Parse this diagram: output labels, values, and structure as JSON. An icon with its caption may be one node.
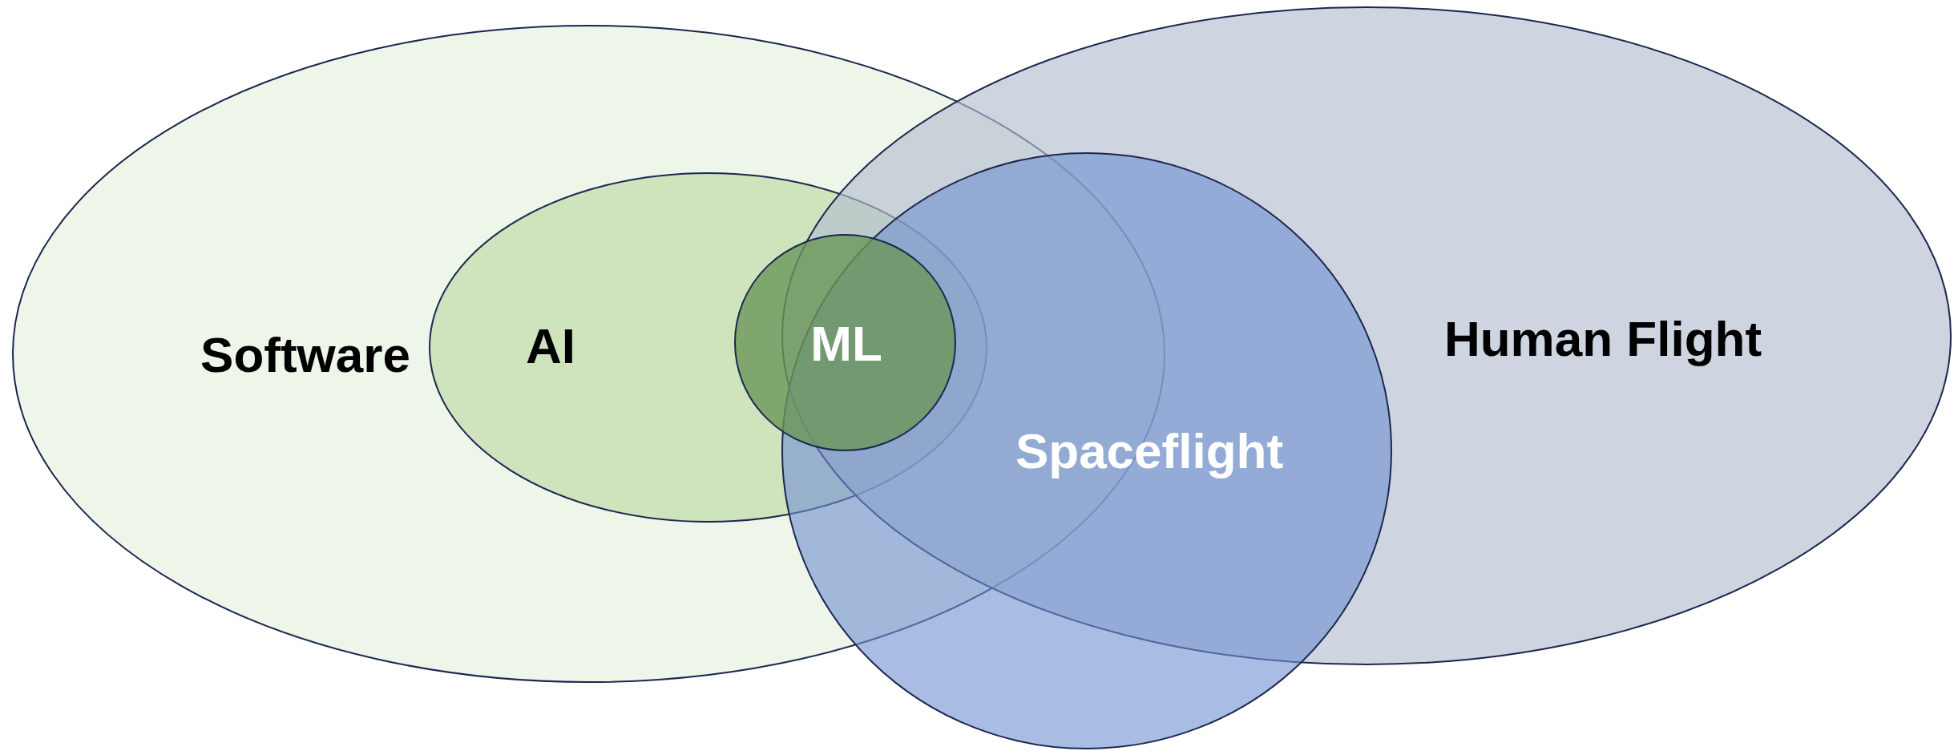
{
  "diagram": {
    "nodes": [
      {
        "text": [
          "Software"
        ]
      },
      {
        "text": [
          "AI"
        ],
        "in": 0
      },
      {
        "text": [
          "ML"
        ],
        "in": 1
      },
      {
        "text": [
          "Human Flight"
        ]
      },
      {
        "text": [
          "Spaceflight"
        ]
      }
    ]
  }
}
